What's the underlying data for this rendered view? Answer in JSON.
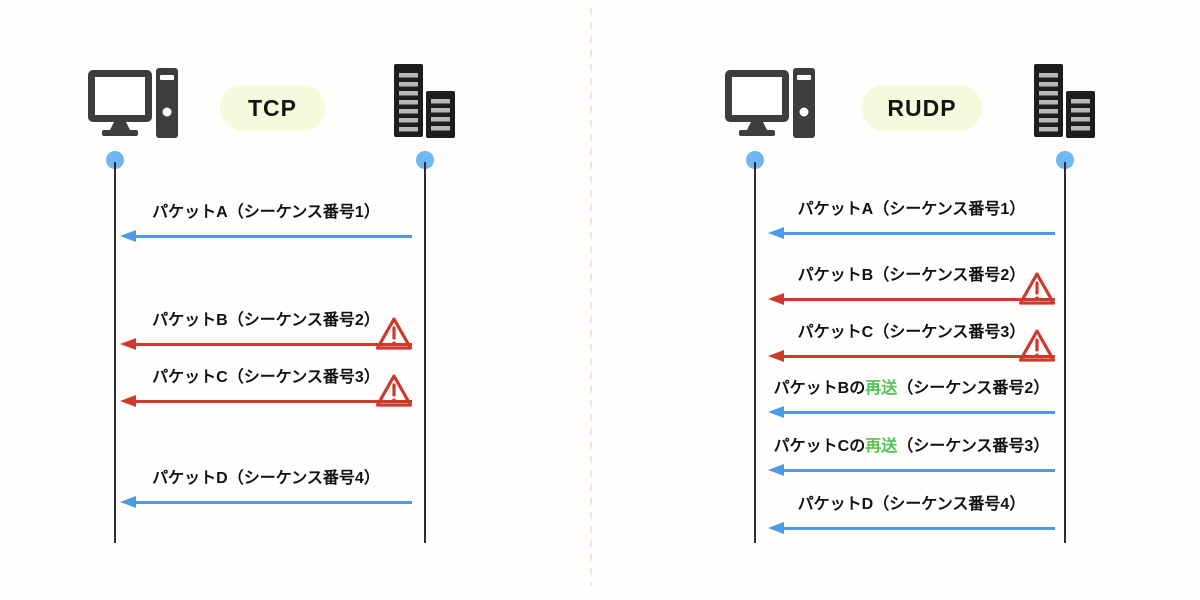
{
  "diagram_title": "TCP vs RUDP packet retransmission sequence comparison",
  "colors": {
    "arrow_blue": "#4d9ae5",
    "arrow_red": "#cd3a2d",
    "retransmit_green": "#52c352",
    "endpoint_dot_blue": "#6db8f2",
    "protocol_pill_bg": "#f6fadc",
    "client_icon_dark": "#3d3d3d",
    "server_icon_black": "#1d1d1d",
    "server_slat_gray": "#b8b8b8",
    "lifeline_dark": "#2b2b2b",
    "divider_faint": "#f2e3da"
  },
  "panels": [
    {
      "protocol": "TCP",
      "client_icon": "desktop-computer-icon",
      "server_icon": "server-rack-icon",
      "messages": [
        {
          "prefix": "パケットA（シーケンス番号1）",
          "highlight": "",
          "suffix": "",
          "arrow_color": "blue",
          "warning": false
        },
        {
          "prefix": "パケットB（シーケンス番号2）",
          "highlight": "",
          "suffix": "",
          "arrow_color": "red",
          "warning": true
        },
        {
          "prefix": "パケットC（シーケンス番号3）",
          "highlight": "",
          "suffix": "",
          "arrow_color": "red",
          "warning": true
        },
        {
          "prefix": "パケットD（シーケンス番号4）",
          "highlight": "",
          "suffix": "",
          "arrow_color": "blue",
          "warning": false
        }
      ]
    },
    {
      "protocol": "RUDP",
      "client_icon": "desktop-computer-icon",
      "server_icon": "server-rack-icon",
      "messages": [
        {
          "prefix": "パケットA（シーケンス番号1）",
          "highlight": "",
          "suffix": "",
          "arrow_color": "blue",
          "warning": false
        },
        {
          "prefix": "パケットB（シーケンス番号2）",
          "highlight": "",
          "suffix": "",
          "arrow_color": "red",
          "warning": true
        },
        {
          "prefix": "パケットC（シーケンス番号3）",
          "highlight": "",
          "suffix": "",
          "arrow_color": "red",
          "warning": true
        },
        {
          "prefix": "パケットBの",
          "highlight": "再送",
          "suffix": "（シーケンス番号2）",
          "arrow_color": "blue",
          "warning": false
        },
        {
          "prefix": "パケットCの",
          "highlight": "再送",
          "suffix": "（シーケンス番号3）",
          "arrow_color": "blue",
          "warning": false
        },
        {
          "prefix": "パケットD（シーケンス番号4）",
          "highlight": "",
          "suffix": "",
          "arrow_color": "blue",
          "warning": false
        }
      ]
    }
  ]
}
